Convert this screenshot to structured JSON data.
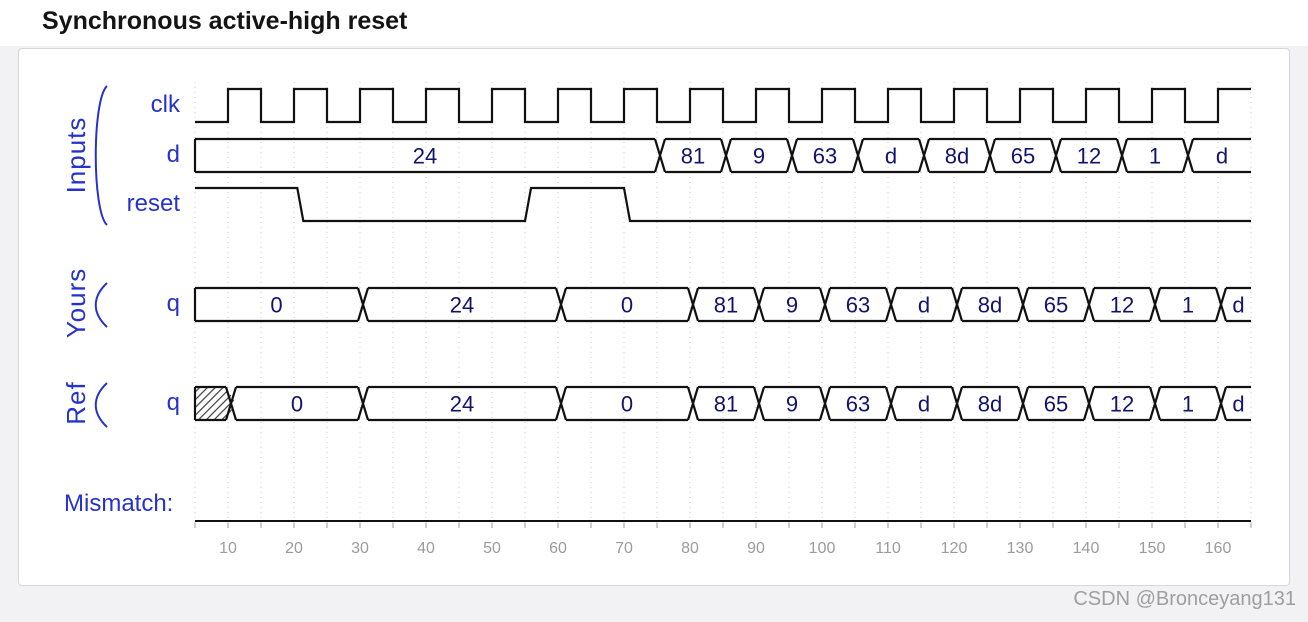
{
  "page": {
    "title": "Synchronous active-high reset",
    "watermark": "CSDN @Bronceyang131"
  },
  "colors": {
    "label_blue": "#2633cb",
    "wave_stroke": "#111111",
    "bus_text": "#13136b",
    "axis_text": "#9b9b9b",
    "grid": "#c9c9cb",
    "tick": "#9b9b9b",
    "panel_border": "#d6d6d6",
    "page_bg": "#f2f2f4",
    "watermark_gray": "#9e9e9e"
  },
  "chart_data": {
    "type": "timing-diagram",
    "time": {
      "start": 5,
      "end": 165,
      "grid_step": 5,
      "axis_ticks": [
        "10",
        "20",
        "30",
        "40",
        "50",
        "60",
        "70",
        "80",
        "90",
        "100",
        "110",
        "120",
        "130",
        "140",
        "150",
        "160"
      ]
    },
    "groups": [
      {
        "label": "Inputs",
        "signals": [
          {
            "name": "clk",
            "kind": "clock",
            "first_rise": 10,
            "half_period": 5
          },
          {
            "name": "d",
            "kind": "bus",
            "segments": [
              {
                "t": 5,
                "v": "24"
              },
              {
                "t": 75,
                "v": "81"
              },
              {
                "t": 85,
                "v": "9"
              },
              {
                "t": 95,
                "v": "63"
              },
              {
                "t": 105,
                "v": "d"
              },
              {
                "t": 115,
                "v": "8d"
              },
              {
                "t": 125,
                "v": "65"
              },
              {
                "t": 135,
                "v": "12"
              },
              {
                "t": 145,
                "v": "1"
              },
              {
                "t": 155,
                "v": "d"
              }
            ]
          },
          {
            "name": "reset",
            "kind": "bit",
            "segments": [
              {
                "t": 5,
                "v": 1
              },
              {
                "t": 20.5,
                "v": 0
              },
              {
                "t": 55,
                "v": 1
              },
              {
                "t": 70,
                "v": 0
              }
            ]
          }
        ]
      },
      {
        "label": "Yours",
        "signals": [
          {
            "name": "q",
            "kind": "bus",
            "segments": [
              {
                "t": 5,
                "v": "0"
              },
              {
                "t": 30,
                "v": "24"
              },
              {
                "t": 60,
                "v": "0"
              },
              {
                "t": 80,
                "v": "81"
              },
              {
                "t": 90,
                "v": "9"
              },
              {
                "t": 100,
                "v": "63"
              },
              {
                "t": 110,
                "v": "d"
              },
              {
                "t": 120,
                "v": "8d"
              },
              {
                "t": 130,
                "v": "65"
              },
              {
                "t": 140,
                "v": "12"
              },
              {
                "t": 150,
                "v": "1"
              },
              {
                "t": 160,
                "v": "d"
              }
            ]
          }
        ]
      },
      {
        "label": "Ref",
        "signals": [
          {
            "name": "q",
            "kind": "bus",
            "segments": [
              {
                "t": 5,
                "v": "x"
              },
              {
                "t": 10,
                "v": "0"
              },
              {
                "t": 30,
                "v": "24"
              },
              {
                "t": 60,
                "v": "0"
              },
              {
                "t": 80,
                "v": "81"
              },
              {
                "t": 90,
                "v": "9"
              },
              {
                "t": 100,
                "v": "63"
              },
              {
                "t": 110,
                "v": "d"
              },
              {
                "t": 120,
                "v": "8d"
              },
              {
                "t": 130,
                "v": "65"
              },
              {
                "t": 140,
                "v": "12"
              },
              {
                "t": 150,
                "v": "1"
              },
              {
                "t": 160,
                "v": "d"
              }
            ]
          }
        ]
      }
    ],
    "mismatch": {
      "label": "Mismatch:",
      "kind": "bit",
      "value": "none"
    }
  }
}
